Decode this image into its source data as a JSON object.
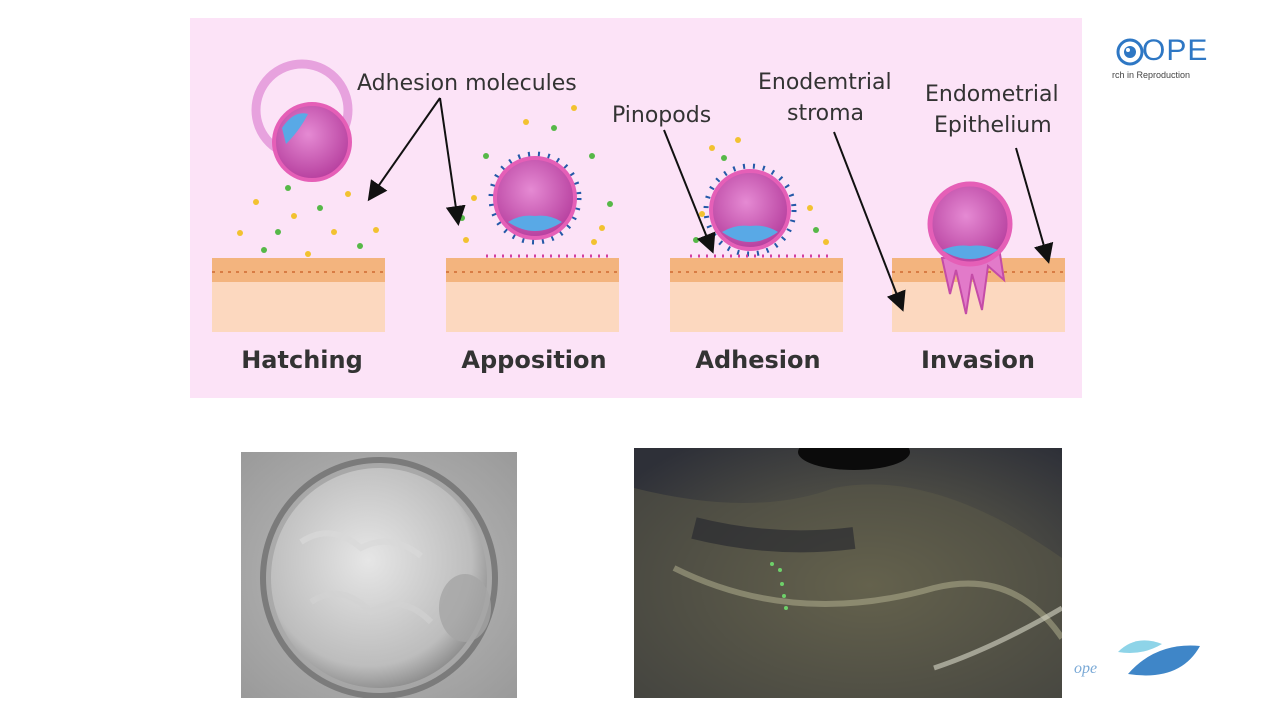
{
  "diagram": {
    "annotations": {
      "adhesion_molecules": "Adhesion molecules",
      "pinopods": "Pinopods",
      "stroma_line1": "Enodemtrial",
      "stroma_line2": "stroma",
      "epithelium_line1": "Endometrial",
      "epithelium_line2": "Epithelium"
    },
    "stages": [
      "Hatching",
      "Apposition",
      "Adhesion",
      "Invasion"
    ]
  },
  "logo_top": {
    "text": "OPE",
    "subtitle": "rch in Reproduction"
  },
  "logo_bottom": {
    "text": "ope"
  },
  "colors": {
    "panel_bg": "#fce3f7",
    "embryo": "#c84fb0",
    "epithelium": "#f3b47e",
    "stroma": "#fcd8bf",
    "logo": "#2e77c4"
  }
}
